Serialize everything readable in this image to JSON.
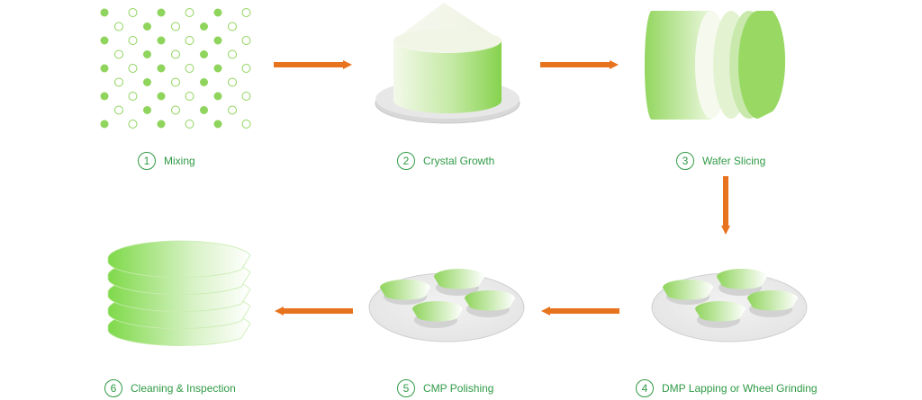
{
  "colors": {
    "accent_green": "#2f9a45",
    "arrow_orange": "#e8731f",
    "light_green": "#8fd45c",
    "pale_green": "#e9f6dd",
    "platter_gray": "#dcdcdc"
  },
  "steps": [
    {
      "number": "1",
      "label": "Mixing"
    },
    {
      "number": "2",
      "label": "Crystal Growth"
    },
    {
      "number": "3",
      "label": "Wafer Slicing"
    },
    {
      "number": "4",
      "label": "DMP Lapping or Wheel Grinding"
    },
    {
      "number": "5",
      "label": "CMP Polishing"
    },
    {
      "number": "6",
      "label": "Cleaning & Inspection"
    }
  ]
}
